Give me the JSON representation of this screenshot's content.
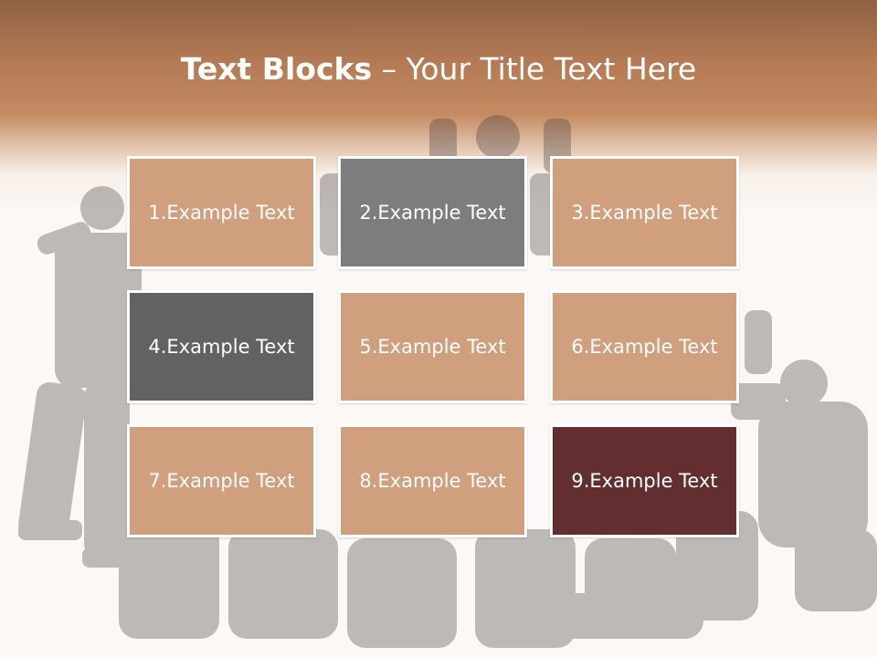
{
  "slide": {
    "title_bold": "Text Blocks",
    "title_dash": " – ",
    "title_rest": "Your Title Text Here"
  },
  "blocks": [
    {
      "label": "1.Example Text",
      "color": "#cf9f7e"
    },
    {
      "label": "2.Example Text",
      "color": "#7d7d7d"
    },
    {
      "label": "3.Example Text",
      "color": "#cf9f7e"
    },
    {
      "label": "4.Example Text",
      "color": "#626262"
    },
    {
      "label": "5.Example Text",
      "color": "#cf9f7e"
    },
    {
      "label": "6.Example Text",
      "color": "#cf9f7e"
    },
    {
      "label": "7.Example Text",
      "color": "#cf9f7e"
    },
    {
      "label": "8.Example Text",
      "color": "#cf9f7e"
    },
    {
      "label": "9.Example Text",
      "color": "#632e2f"
    }
  ],
  "colors": {
    "header_gradient_top": "#8e6244",
    "header_gradient_mid": "#c48a62",
    "background": "#fbf8f6"
  }
}
